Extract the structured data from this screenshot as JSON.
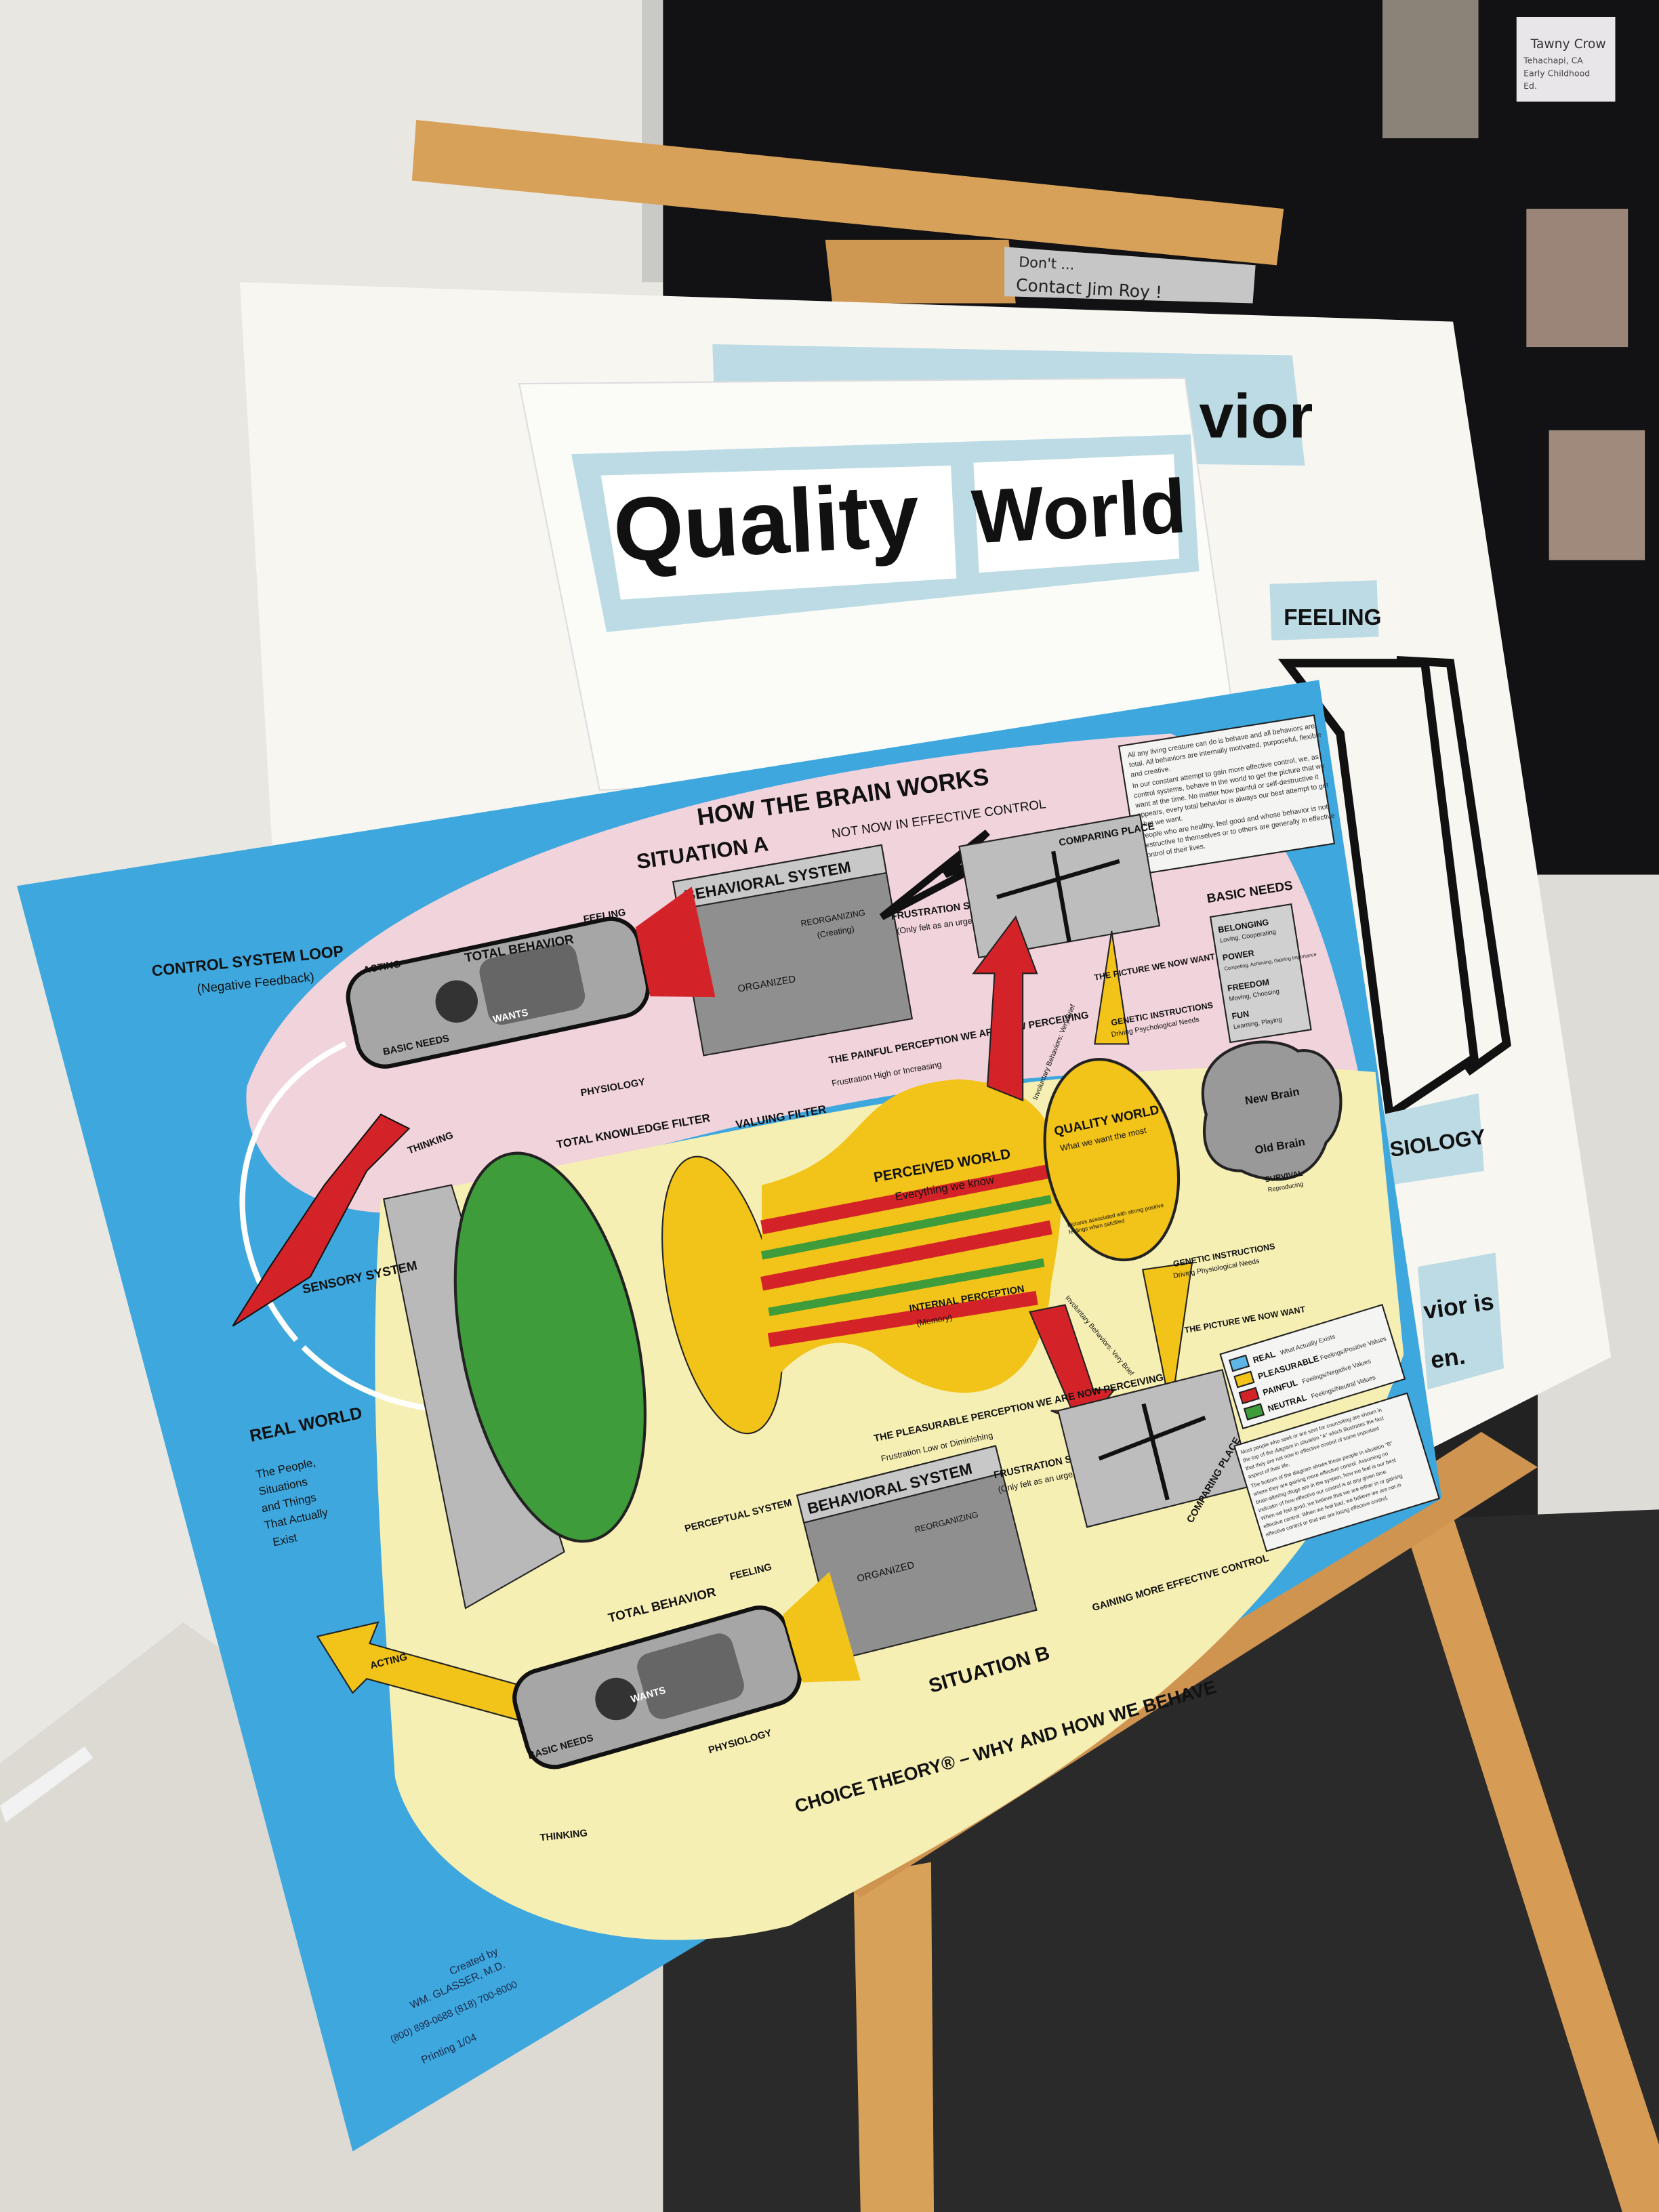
{
  "colors": {
    "poster_blue": "#3ea7de",
    "poster_pink": "#f1d3dc",
    "poster_yellow": "#f6efb4",
    "real": "#5db6e6",
    "pleasurable": "#f2c318",
    "painful": "#d42328",
    "neutral": "#3e9c3a",
    "wood": "#d8a15a",
    "board_label_blue": "#bcdbe4"
  },
  "background_board": {
    "title_fragment": "vior",
    "feeling_label": "FEELING",
    "physiology_fragment": "SIOLOGY",
    "behavior_fragment_1": "vior is",
    "behavior_fragment_2": "en."
  },
  "quality_board": {
    "word1": "Quality",
    "word2": "World"
  },
  "easel_note": {
    "line1": "Don't ...",
    "line2": "Contact Jim Roy !"
  },
  "wall_photos": {
    "name_card": {
      "line1": "Tawny Crow",
      "line2": "Tehachapi, CA",
      "line3": "Early Childhood",
      "line4": "Ed."
    }
  },
  "poster": {
    "title": "HOW THE BRAIN WORKS",
    "situation_a": "SITUATION A",
    "situation_a_sub": "NOT NOW IN EFFECTIVE CONTROL",
    "situation_b": "SITUATION B",
    "situation_b_sub": "GAINING MORE EFFECTIVE CONTROL",
    "footer": "CHOICE THEORY® – WHY AND HOW WE BEHAVE",
    "control_loop": {
      "title": "CONTROL SYSTEM LOOP",
      "sub": "(Negative Feedback)"
    },
    "car_top": {
      "total_behavior": "TOTAL BEHAVIOR",
      "feeling": "FEELING",
      "acting": "ACTING",
      "wants": "WANTS",
      "basic_needs": "BASIC NEEDS",
      "physiology": "PHYSIOLOGY",
      "thinking": "THINKING"
    },
    "car_bottom": {
      "total_behavior": "TOTAL BEHAVIOR",
      "feeling": "FEELING",
      "acting": "ACTING",
      "wants": "WANTS",
      "basic_needs": "BASIC NEEDS",
      "physiology": "PHYSIOLOGY",
      "thinking": "THINKING"
    },
    "behavioral_system_top": {
      "title": "BEHAVIORAL SYSTEM",
      "organized": "ORGANIZED",
      "reorganizing": "REORGANIZING",
      "creating": "(Creating)"
    },
    "behavioral_system_bottom": {
      "title": "BEHAVIORAL SYSTEM",
      "organized": "ORGANIZED",
      "reorganizing": "REORGANIZING"
    },
    "comparing_place_top": "COMPARING PLACE",
    "comparing_place_bottom": "COMPARING PLACE",
    "frustration_top": {
      "title": "FRUSTRATION SIGNAL",
      "sub": "(Only felt as an urge to behave)"
    },
    "frustration_bottom": {
      "title": "FRUSTRATION SIGNAL",
      "sub": "(Only felt as an urge to behave)"
    },
    "painful_perception": {
      "title": "THE PAINFUL PERCEPTION WE ARE NOW PERCEIVING",
      "sub": "Frustration High or Increasing"
    },
    "pleasurable_perception": {
      "title": "THE PLEASURABLE PERCEPTION WE ARE NOW PERCEIVING",
      "sub": "Frustration Low or Diminishing"
    },
    "total_knowledge_filter": "TOTAL KNOWLEDGE FILTER",
    "valuing_filter": "VALUING FILTER",
    "picture_top": "THE PICTURE WE NOW WANT",
    "picture_bottom": "THE PICTURE WE NOW WANT",
    "genetic_top": {
      "title": "GENETIC INSTRUCTIONS",
      "sub": "Driving Psychological Needs"
    },
    "genetic_bottom": {
      "title": "GENETIC INSTRUCTIONS",
      "sub": "Driving Physiological Needs"
    },
    "involuntary_top": "Involuntary Behaviors: Very Brief",
    "involuntary_bottom": "Involuntary Behaviors: Very Brief",
    "quality_world": {
      "title": "QUALITY WORLD",
      "sub": "What we want the most",
      "note": "Pictures associated with strong positive feelings when satisfied"
    },
    "perceived_world": {
      "title": "PERCEIVED WORLD",
      "sub": "Everything we know"
    },
    "internal_perception": {
      "title": "INTERNAL PERCEPTION",
      "sub": "(Memory)"
    },
    "sensory_system": "SENSORY SYSTEM",
    "perceptual_system": "PERCEPTUAL SYSTEM",
    "real_world": {
      "title": "REAL WORLD",
      "lines": [
        "The People,",
        "Situations",
        "and Things",
        "That Actually",
        "Exist"
      ]
    },
    "basic_needs": {
      "title": "BASIC NEEDS",
      "items": [
        {
          "name": "BELONGING",
          "desc": "Loving, Cooperating"
        },
        {
          "name": "POWER",
          "desc": "Competing, Achieving, Gaining Importance"
        },
        {
          "name": "FREEDOM",
          "desc": "Moving, Choosing"
        },
        {
          "name": "FUN",
          "desc": "Learning, Playing"
        }
      ],
      "new_brain": "New Brain",
      "old_brain": "Old Brain",
      "survival": "SURVIVAL",
      "survival_desc": "Reproducing"
    },
    "intro_box": [
      "All any living creature can do is behave and all behaviors are",
      "total. All behaviors are internally motivated, purposeful, flexible",
      "and creative.",
      "In our constant attempt to gain more effective control, we, as",
      "control systems, behave in the world to get the picture that we",
      "want at the time. No matter how painful or self-destructive it",
      "appears, every total behavior is always our best attempt to get",
      "what we want.",
      "People who are healthy, feel good and whose behavior is not",
      "destructive to themselves or to others are generally in effective",
      "control of their lives."
    ],
    "legend": [
      {
        "name": "REAL",
        "desc": "What Actually Exists",
        "color": "#5db6e6"
      },
      {
        "name": "PLEASURABLE",
        "desc": "Feelings/Positive Values",
        "color": "#f2c318"
      },
      {
        "name": "PAINFUL",
        "desc": "Feelings/Negative Values",
        "color": "#d42328"
      },
      {
        "name": "NEUTRAL",
        "desc": "Feelings/Neutral Values",
        "color": "#3e9c3a"
      }
    ],
    "explain_box": [
      "Most people who seek or are sent for counseling are shown in",
      "the top of the diagram in situation \"A\" which illustrates the fact",
      "that they are not now in effective control of some important",
      "aspect of their life.",
      "The bottom of the diagram shows these people in situation \"B\"",
      "where they are gaining more effective control. Assuming no",
      "brain-altering drugs are in the system, how we feel is our best",
      "indicator of how effective our control is at any given time.",
      "When we feel good, we believe that we are either in or gaining",
      "effective control. When we feel bad, we believe we are not in",
      "effective control or that we are losing effective control."
    ],
    "credits": [
      "Created by",
      "WM. GLASSER, M.D.",
      "(800) 899-0688 (818) 700-8000",
      "Printing 1/04"
    ]
  }
}
